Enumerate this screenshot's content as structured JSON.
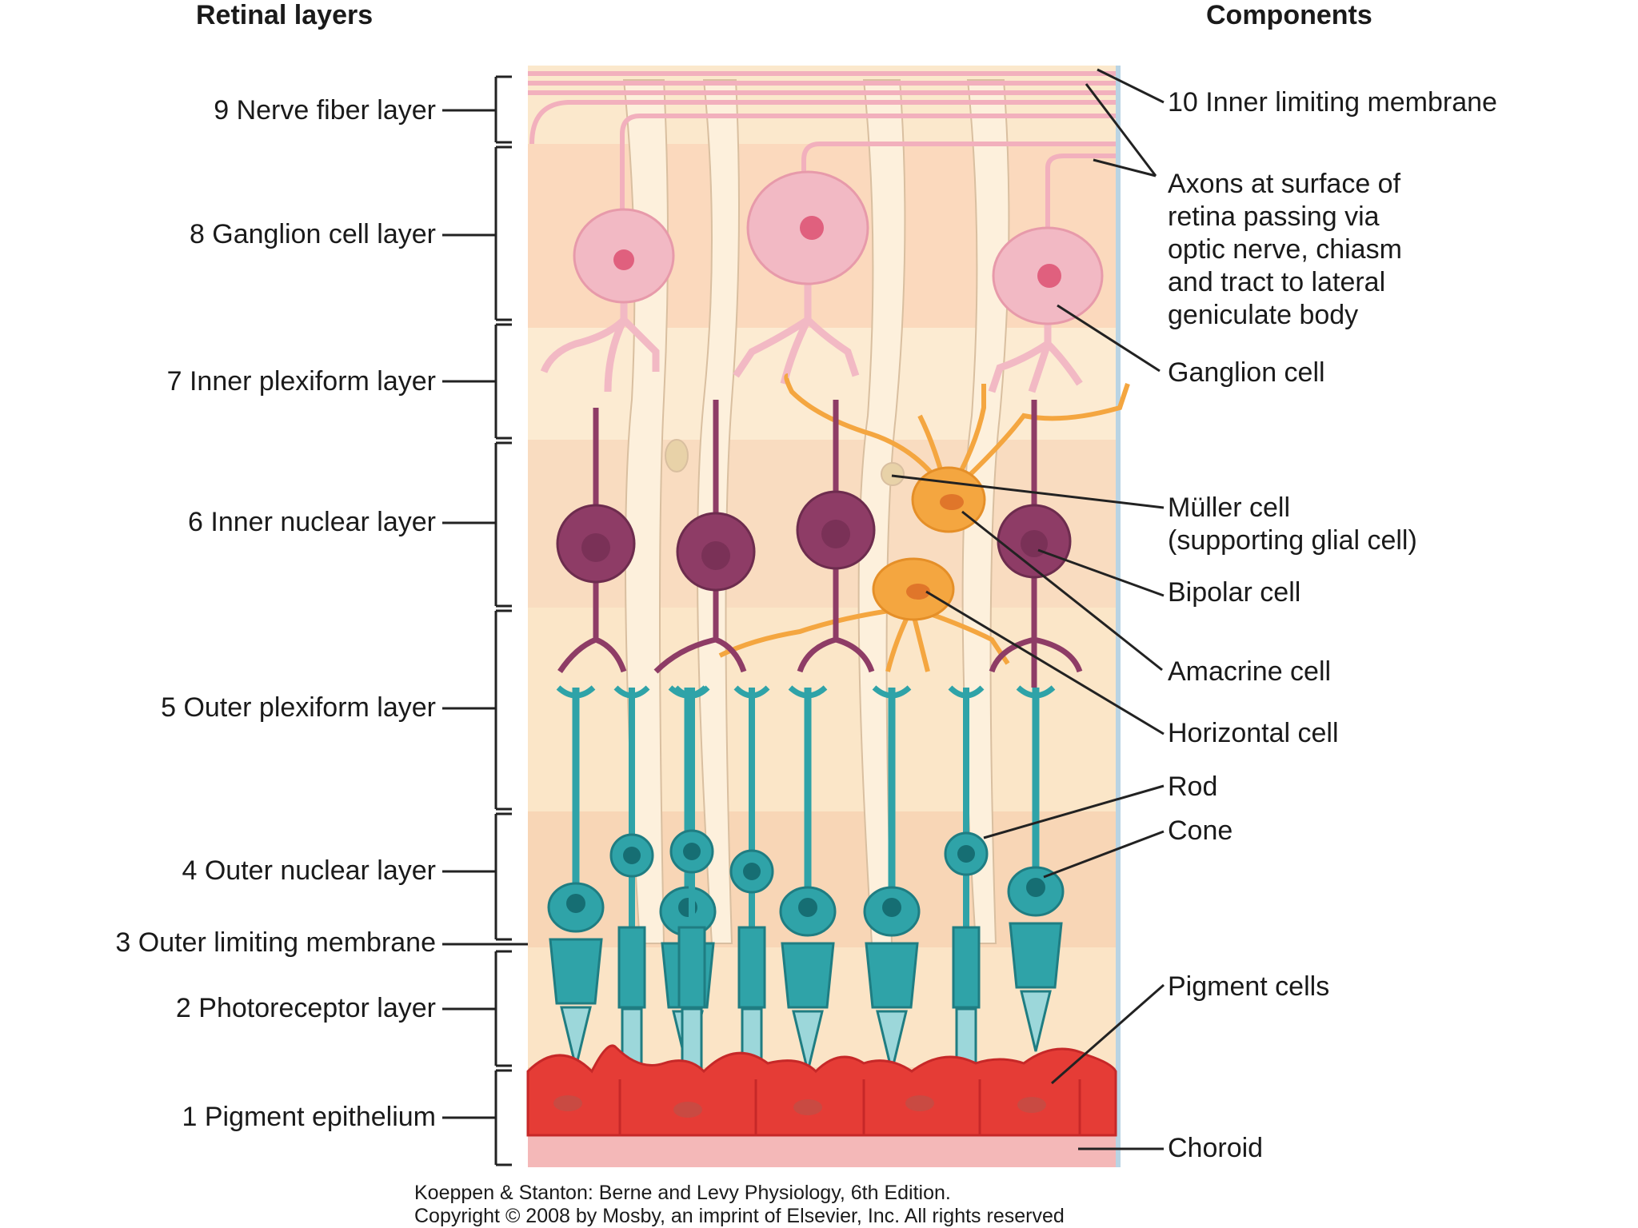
{
  "headers": {
    "left": "Retinal layers",
    "right": "Components"
  },
  "layers": [
    "9 Nerve fiber layer",
    "8 Ganglion cell layer",
    "7 Inner plexiform layer",
    "6 Inner nuclear layer",
    "5 Outer plexiform layer",
    "4 Outer nuclear layer",
    "3 Outer limiting membrane",
    "2 Photoreceptor layer",
    "1 Pigment epithelium"
  ],
  "components": {
    "inner_limiting": "10 Inner limiting membrane",
    "axons": [
      "Axons at surface of",
      "retina passing via",
      "optic nerve, chiasm",
      "and tract to lateral",
      "geniculate body"
    ],
    "ganglion": "Ganglion cell",
    "muller": [
      "Müller cell",
      "(supporting glial cell)"
    ],
    "bipolar": "Bipolar cell",
    "amacrine": "Amacrine cell",
    "horizontal": "Horizontal cell",
    "rod": "Rod",
    "cone": "Cone",
    "pigment": "Pigment cells",
    "choroid": "Choroid"
  },
  "credits": [
    "Koeppen & Stanton: Berne and Levy Physiology, 6th Edition.",
    "Copyright © 2008 by Mosby, an imprint of Elsevier, Inc. All rights reserved"
  ],
  "colors": {
    "ganglion": "#f2b9c4",
    "bipolar": "#8e3c66",
    "amacrine": "#f4a640",
    "photoreceptor": "#2fa3a8",
    "pigment": "#e53c36",
    "background": "#fbe3c4"
  }
}
